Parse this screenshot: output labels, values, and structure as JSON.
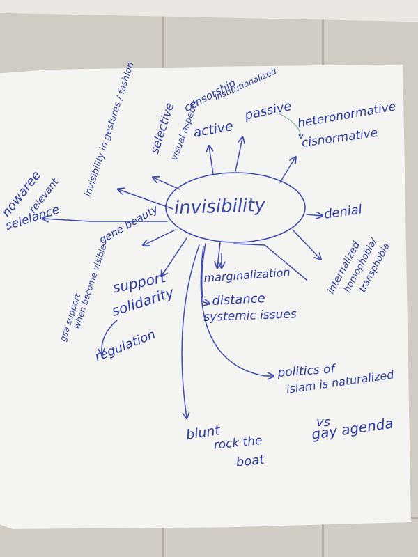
{
  "diagram": {
    "center": "invisibility",
    "nodes": {
      "censorship": "censorship",
      "institutionalized": "institutionalized",
      "active": "active",
      "passive": "passive",
      "heteronormative": "heteronormative",
      "cisnormative": "cisnormative",
      "selective": "selective",
      "visual_aspects": "visual aspects",
      "invisibility_in_gestures": "invisibility in gestures / fashion",
      "nowaree": "nowaree",
      "relevant": "relevant",
      "selelance": "selelance",
      "denial": "denial",
      "gene_beauty": "gene beauty",
      "internalized": "internalized",
      "homophobia": "homophobia/",
      "transphobia": "transphobia",
      "marginalization": "marginalization",
      "distance": "distance",
      "systemic_issues": "systemic issues",
      "support": "support",
      "solidarity": "solidarity",
      "gsa_support": "gsa support",
      "when_become_visible": "when become visible",
      "regulation": "regulation",
      "politics_of": "politics of",
      "islam_is_naturalized": "islam is naturalized",
      "vs": "vs",
      "gay_agenda": "gay agenda",
      "blunt": "blunt",
      "rock_the": "rock the",
      "boat": "boat"
    }
  }
}
